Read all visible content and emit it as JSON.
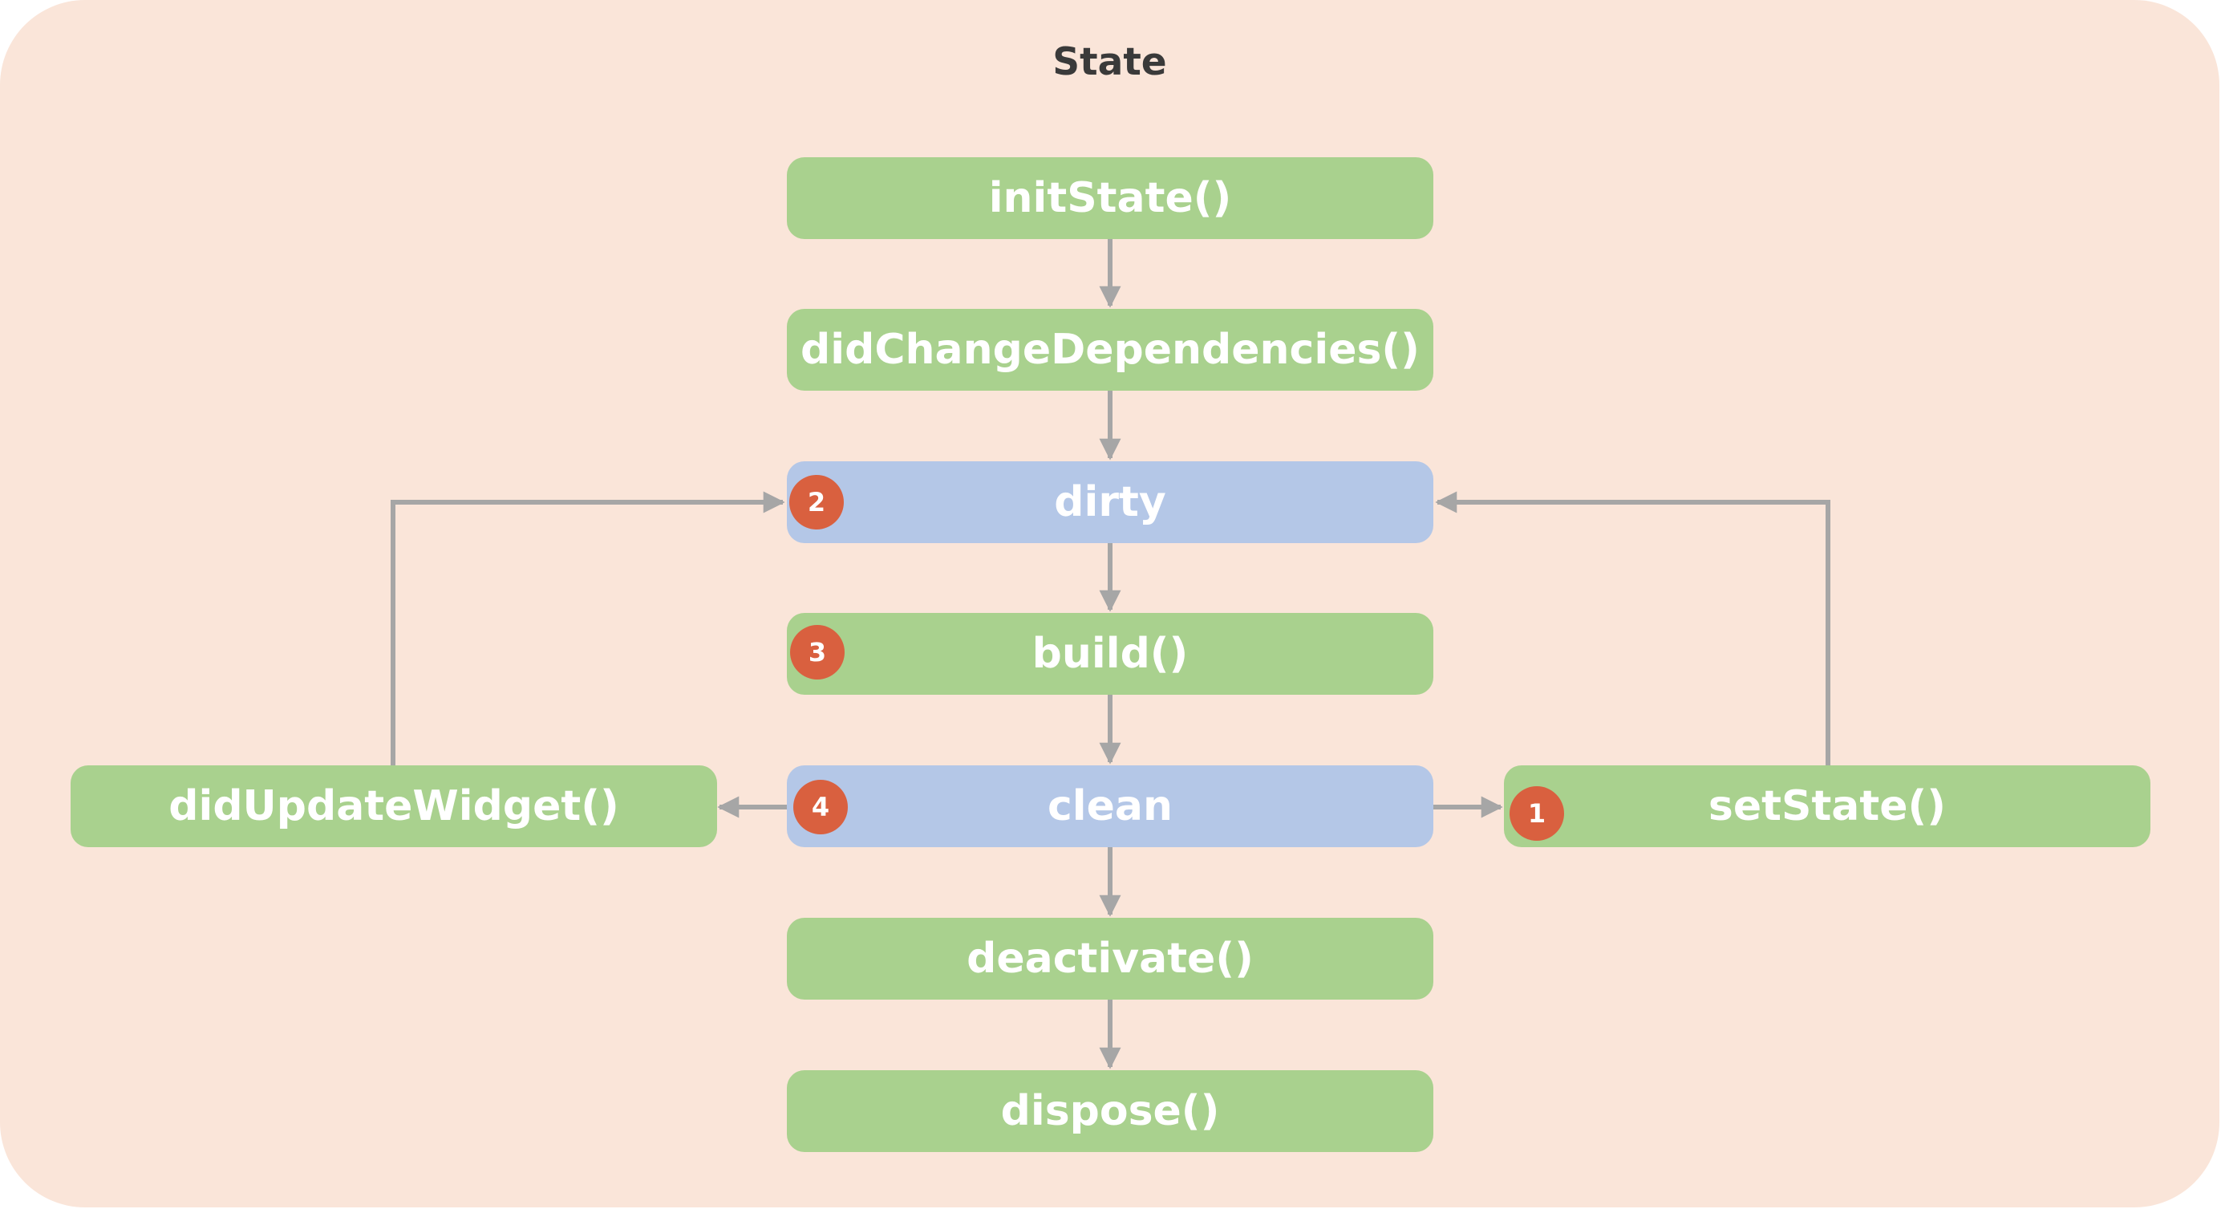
{
  "title": "State",
  "nodes": {
    "init_state": "initState()",
    "did_change_dependencies": "didChangeDependencies()",
    "dirty": "dirty",
    "build": "build()",
    "clean": "clean",
    "did_update_widget": "didUpdateWidget()",
    "set_state": "setState()",
    "deactivate": "deactivate()",
    "dispose": "dispose()"
  },
  "badges": {
    "set_state": "1",
    "dirty": "2",
    "build": "3",
    "clean": "4"
  },
  "colors": {
    "background": "#fae5d9",
    "lifecycle_node": "#a9d18e",
    "state_node": "#b4c7e7",
    "badge": "#d9603f",
    "arrow": "#a6a6a6"
  }
}
